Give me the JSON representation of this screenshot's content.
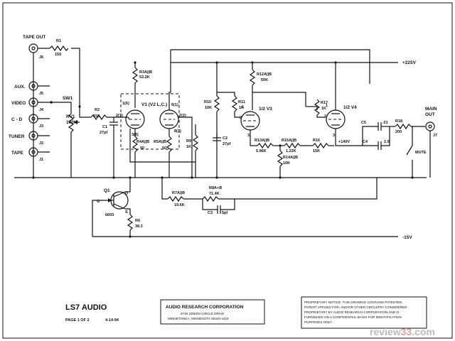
{
  "title_block": {
    "model": "LS7 AUDIO",
    "page": "PAGE 1 OF 2",
    "date": "4-14-94",
    "company": "AUDIO RESEARCH CORPORATION",
    "address1": "5740 GREEN CIRCLE DRIVE",
    "address2": "MINNETONKA, MINNESOTA 55343-4424",
    "notice": [
      "PROPRIETARY NOTICE: THIS DRAWING CONTAINS PATENTED,",
      "PATENT APPLIED FOR, AND/OR OTHER CIRCUITRY CONSIDERED",
      "PROPRIETARY BY AUDIO RESEARCH CORPORATION AND IS",
      "FURNISHED ON A CONFIDENTIAL BASIS FOR IDENTIFICATION",
      "PURPOSES ONLY."
    ]
  },
  "watermark": {
    "a": "rev",
    "b": "iew",
    "c": "33",
    "d": ".com"
  },
  "rails": {
    "pos": "+225V",
    "neg": "-15V",
    "mid": "+140V"
  },
  "jacks": {
    "tape_out": "TAPE OUT",
    "j6": "J6",
    "aux": "AUX.",
    "j5": "J5",
    "video": "VIDEO",
    "j4": "J4",
    "cd": "C - D",
    "j3": "J3",
    "tuner": "TUNER",
    "j2": "J2",
    "tape": "TAPE",
    "j1": "J1",
    "main_out": "MAIN",
    "main_out2": "OUT",
    "j7": "J7"
  },
  "switches": {
    "sw1": "SW1",
    "mute": "MUTE"
  },
  "parts": {
    "r1": "R1",
    "r1v": "150",
    "r2": "R2",
    "r2v": "150",
    "rv1": "RV1",
    "rv1v": "100K",
    "c1": "C1",
    "c1v": "27pf",
    "r3": "R3A||B",
    "r3v": "53.2K",
    "v1": "V1  (V2 L.C.)",
    "p16": "1(6)",
    "p61": "6(1)",
    "p27": "2(7)",
    "p72": "7(2)",
    "p38": "3(8)",
    "p83": "8(3)",
    "r4": "R4A||B",
    "r4v": "50",
    "r5": "R5A||B",
    "r5v": "50",
    "r9": "R9",
    "r9v": "1K",
    "r10": "R10",
    "r10v": "10K",
    "c2": "C2",
    "c2v": "27pf",
    "r11": "R11",
    "r11v": "1K",
    "r12": "R12A||B",
    "r12v": "50K",
    "v3": "1/2 V3",
    "r13": "R13A||B",
    "r13v": "5.96K",
    "r14": "R14A||B",
    "r14v": "10K",
    "r15": "R15A||B",
    "r15v": "1.22K",
    "r16": "R16",
    "r16v": "15K",
    "r17": "R17",
    "r17v": "1K",
    "v4": "1/2 V4",
    "c5": "C5",
    "c5v": ".01",
    "c4": "C4",
    "c4v": "2.0",
    "r18": "R18",
    "r18v": "200",
    "q1": "Q1",
    "q1v": "6603",
    "qd": "D",
    "qg": "G",
    "qs": "S",
    "r6": "R6",
    "r6v": "38.3",
    "r7": "R7A||B",
    "r7v": "19.6K",
    "r8": "R8A+B",
    "r8v": "71.4K",
    "c3": "C3",
    "c3v": "5pf",
    "pin1": "1",
    "pin2": "2",
    "pin3": "3"
  }
}
